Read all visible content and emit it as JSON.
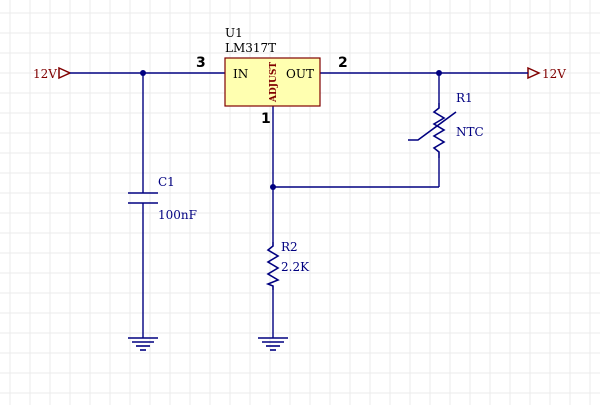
{
  "schematic": {
    "power_left": {
      "label": "12V"
    },
    "power_right": {
      "label": "12V"
    },
    "regulator": {
      "designator": "U1",
      "part": "LM317T",
      "pin_in_label": "IN",
      "pin_out_label": "OUT",
      "pin_adj_label": "ADJUST",
      "pin_in_number": "3",
      "pin_out_number": "2",
      "pin_adj_number": "1"
    },
    "capacitor": {
      "designator": "C1",
      "value": "100nF"
    },
    "thermistor": {
      "designator": "R1",
      "value": "NTC"
    },
    "resistor": {
      "designator": "R2",
      "value": "2.2K"
    },
    "colors": {
      "wire": "#000080",
      "chip_fill": "#ffffb0",
      "chip_border": "#800000",
      "power_port": "#800000",
      "grid": "#ebebeb"
    }
  }
}
